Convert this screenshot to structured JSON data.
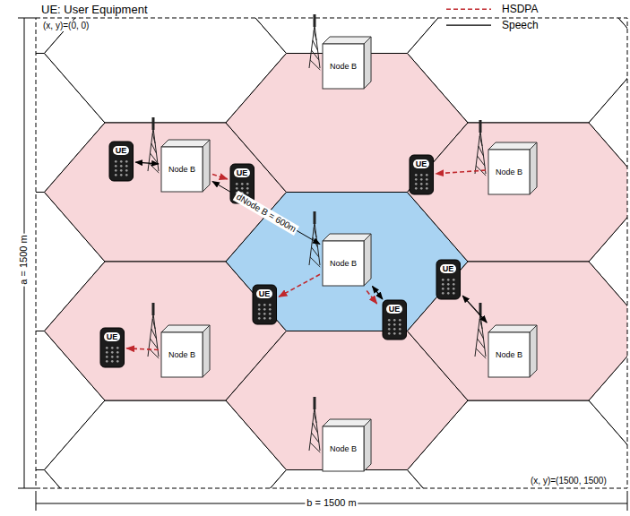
{
  "diagram": {
    "nodes": [
      {
        "text": [
          "Node B"
        ]
      },
      {
        "text": [
          "UE"
        ]
      },
      {
        "text": [
          "Node B"
        ]
      },
      {
        "text": [
          "UE"
        ]
      },
      {
        "text": [
          "UE"
        ]
      },
      {
        "text": [
          "Node B"
        ]
      },
      {
        "text": [
          "Node B"
        ]
      },
      {
        "text": [
          "UE"
        ]
      },
      {
        "text": [
          "UE"
        ]
      },
      {
        "text": [
          "UE"
        ]
      },
      {
        "text": [
          "Node B"
        ]
      },
      {
        "text": [
          "Node B"
        ]
      },
      {
        "text": [
          "UE"
        ]
      },
      {
        "text": [
          "Node B"
        ]
      }
    ],
    "edges": [
      {
        "from": 2,
        "to": 1,
        "arrow": "both"
      },
      {
        "from": 2,
        "to": 3,
        "arrow": "to"
      },
      {
        "from": 2,
        "to": 6,
        "arrow": "both",
        "label": "dNode B = 600m"
      },
      {
        "from": 5,
        "to": 4,
        "arrow": "to"
      },
      {
        "from": 6,
        "to": 7,
        "arrow": "to"
      },
      {
        "from": 6,
        "to": 9,
        "arrow": "to"
      },
      {
        "from": 9,
        "to": 6,
        "arrow": "both"
      },
      {
        "from": 11,
        "to": 8,
        "arrow": "both"
      },
      {
        "from": 10,
        "to": 12,
        "arrow": "to"
      }
    ],
    "labels": [
      "UE: User Equipment",
      "(x, y)=(0, 0)",
      "(x, y)=(1500, 1500)",
      "a = 1500 m",
      "b = 1500 m"
    ],
    "legend": [
      {
        "text": "HSDPA"
      },
      {
        "text": "Speech"
      }
    ]
  }
}
